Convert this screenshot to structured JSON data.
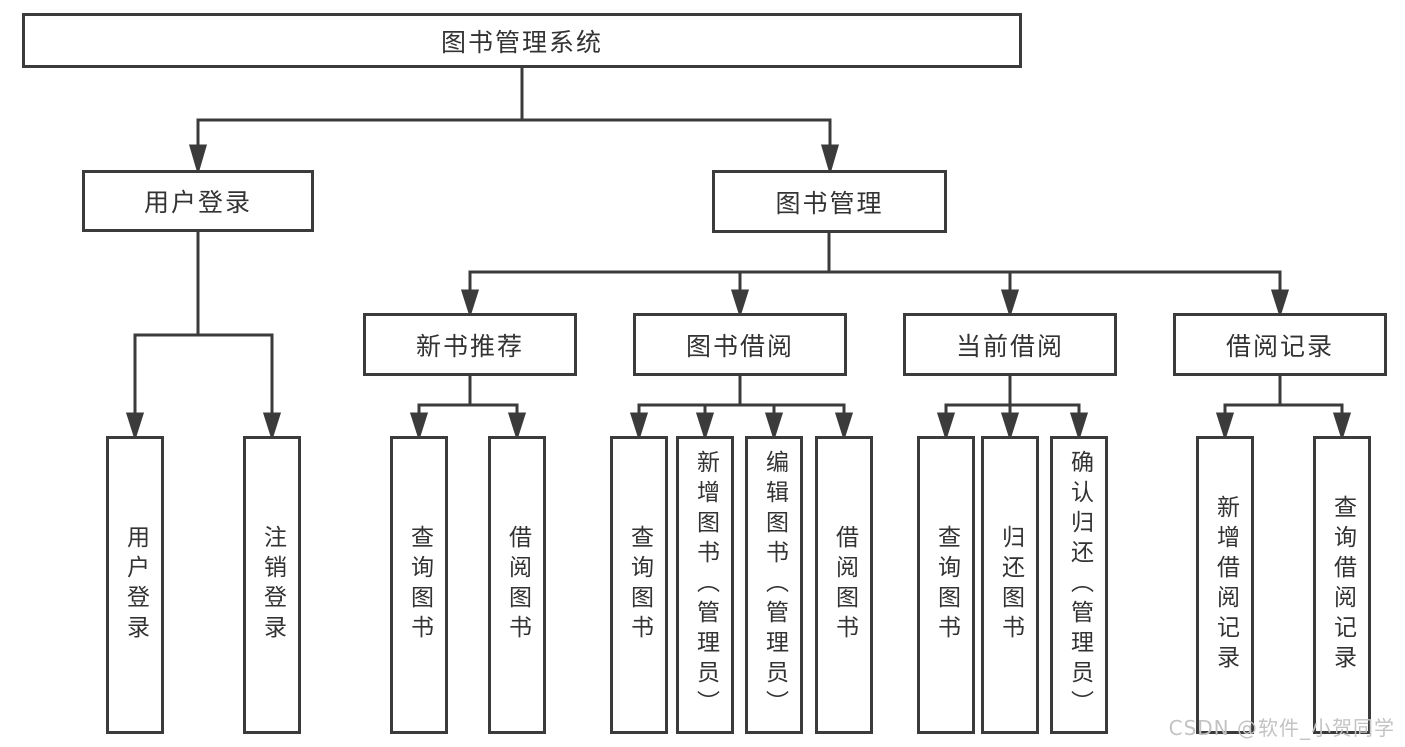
{
  "diagram": {
    "root": "图书管理系统",
    "branches": [
      {
        "label": "用户登录",
        "leaves": [
          "用户登录",
          "注销登录"
        ]
      },
      {
        "label": "图书管理",
        "subbranches": [
          {
            "label": "新书推荐",
            "leaves": [
              "查询图书",
              "借阅图书"
            ]
          },
          {
            "label": "图书借阅",
            "leaves": [
              "查询图书",
              "新增图书（管理员）",
              "编辑图书（管理员）",
              "借阅图书"
            ]
          },
          {
            "label": "当前借阅",
            "leaves": [
              "查询图书",
              "归还图书",
              "确认归还（管理员）"
            ]
          },
          {
            "label": "借阅记录",
            "leaves": [
              "新增借阅记录",
              "查询借阅记录"
            ]
          }
        ]
      }
    ],
    "line_color": "#3b3b3b",
    "text_color": "#333333",
    "background_color": "#ffffff"
  },
  "watermark": {
    "text": "CSDN @软件_小贺同学",
    "color": "#c3c3c3"
  }
}
